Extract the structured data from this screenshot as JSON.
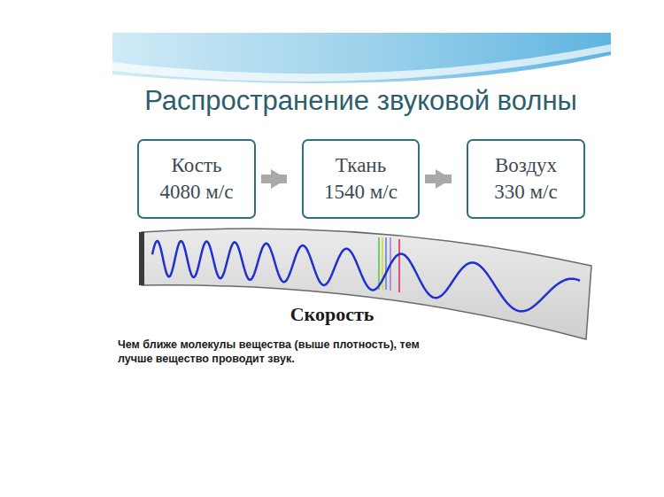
{
  "diagram": {
    "title": "Распространение звуковой волны",
    "caption": "Чем ближе молекулы вещества (выше плотность), тем лучше вещество проводит звук.",
    "nodes": [
      {
        "text": [
          "Кость",
          "4080 м/с"
        ]
      },
      {
        "text": [
          "Ткань",
          "1540 м/с"
        ]
      },
      {
        "text": [
          "Воздух",
          "330 м/с"
        ]
      }
    ],
    "edges": [
      {
        "from": 0,
        "to": 1,
        "arrow": "to"
      },
      {
        "from": 1,
        "to": 2,
        "arrow": "to"
      }
    ],
    "labels": [
      "Скорость"
    ]
  }
}
